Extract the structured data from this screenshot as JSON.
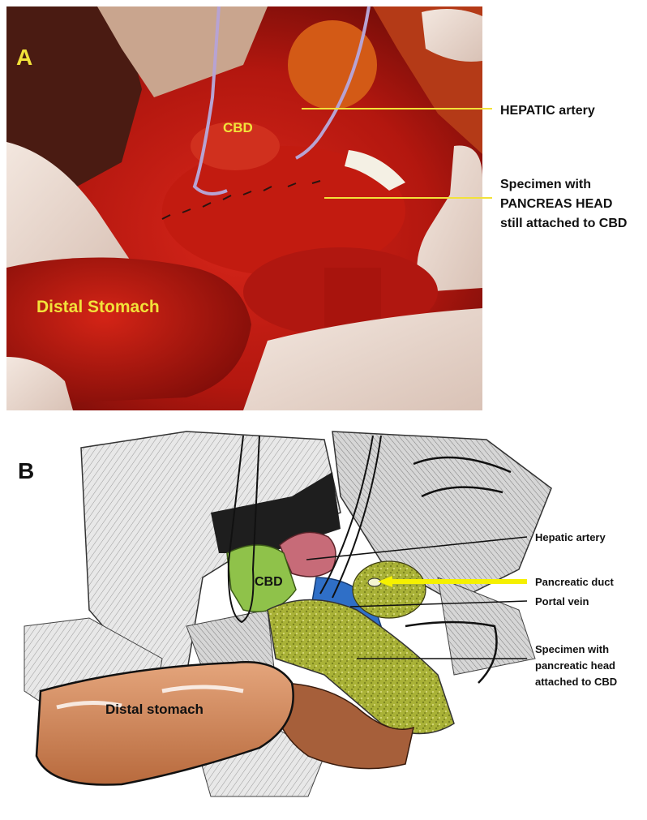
{
  "panel_a": {
    "letter": "A",
    "labels": {
      "cbd": "CBD",
      "distal_stomach": "Distal Stomach",
      "hepatic_artery": "HEPATIC artery",
      "specimen_line1": "Specimen with",
      "specimen_line2": "PANCREAS HEAD",
      "specimen_line3": "still attached to CBD"
    }
  },
  "panel_b": {
    "letter": "B",
    "labels": {
      "cbd": "CBD",
      "distal_stomach": "Distal stomach",
      "hepatic_artery": "Hepatic artery",
      "pancreatic_duct": "Pancreatic duct",
      "portal_vein": "Portal vein",
      "specimen_line1": "Specimen with",
      "specimen_line2": "pancreatic head",
      "specimen_line3": "attached to CBD"
    }
  },
  "colors": {
    "letter_a": "#f2e23a",
    "label_yellow": "#f2e23a",
    "label_dark": "#111111",
    "arrow_yellow": "#f5f000"
  }
}
